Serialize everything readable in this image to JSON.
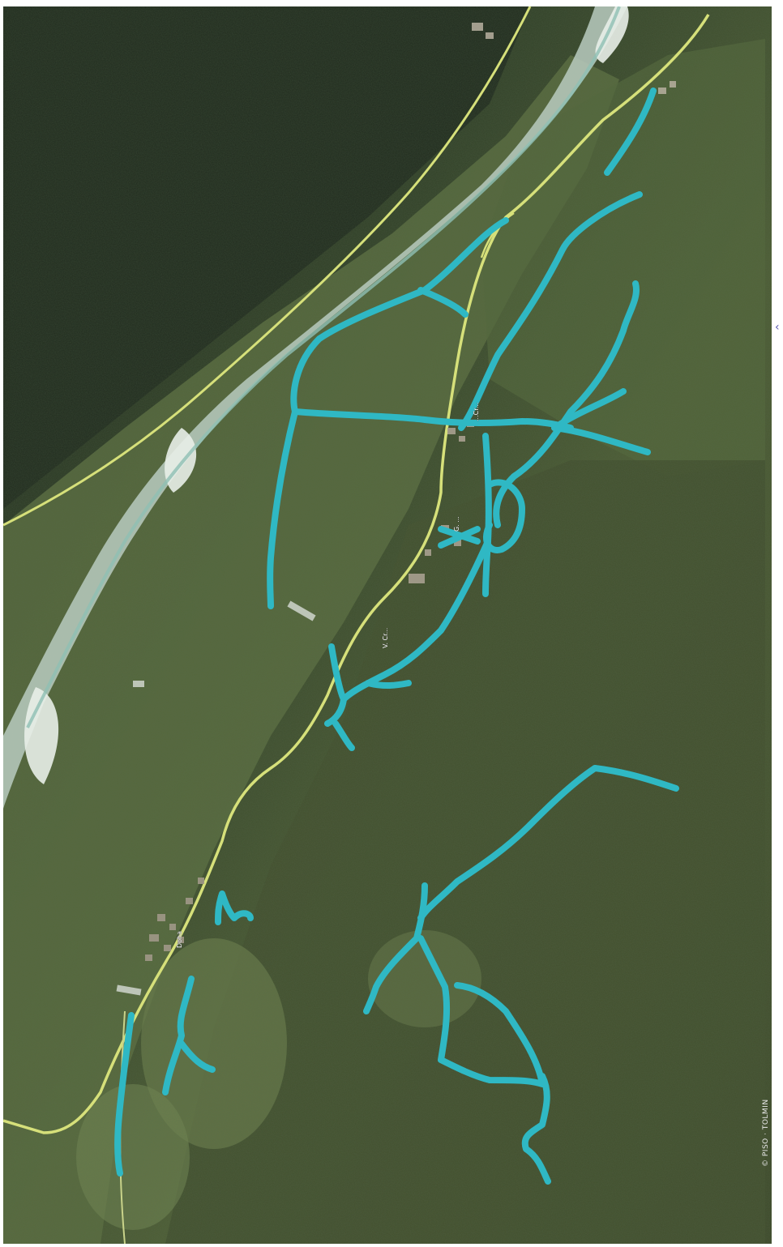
{
  "map": {
    "labels": {
      "village_1": "Doha",
      "village_2": "G. ...",
      "village_3": "V. Cr...",
      "village_4": "...Cr..."
    },
    "copyright": "© PISO · TOLMIN",
    "edge_mark": "‹"
  },
  "colors": {
    "trail": "#2fb8c4",
    "road": "#d6e07a",
    "river": "#c9d8d0",
    "forest_dark": "#243222",
    "forest": "#3d4b2e",
    "meadow": "#5f7245"
  },
  "icons": {
    "north_indicator": "none"
  }
}
